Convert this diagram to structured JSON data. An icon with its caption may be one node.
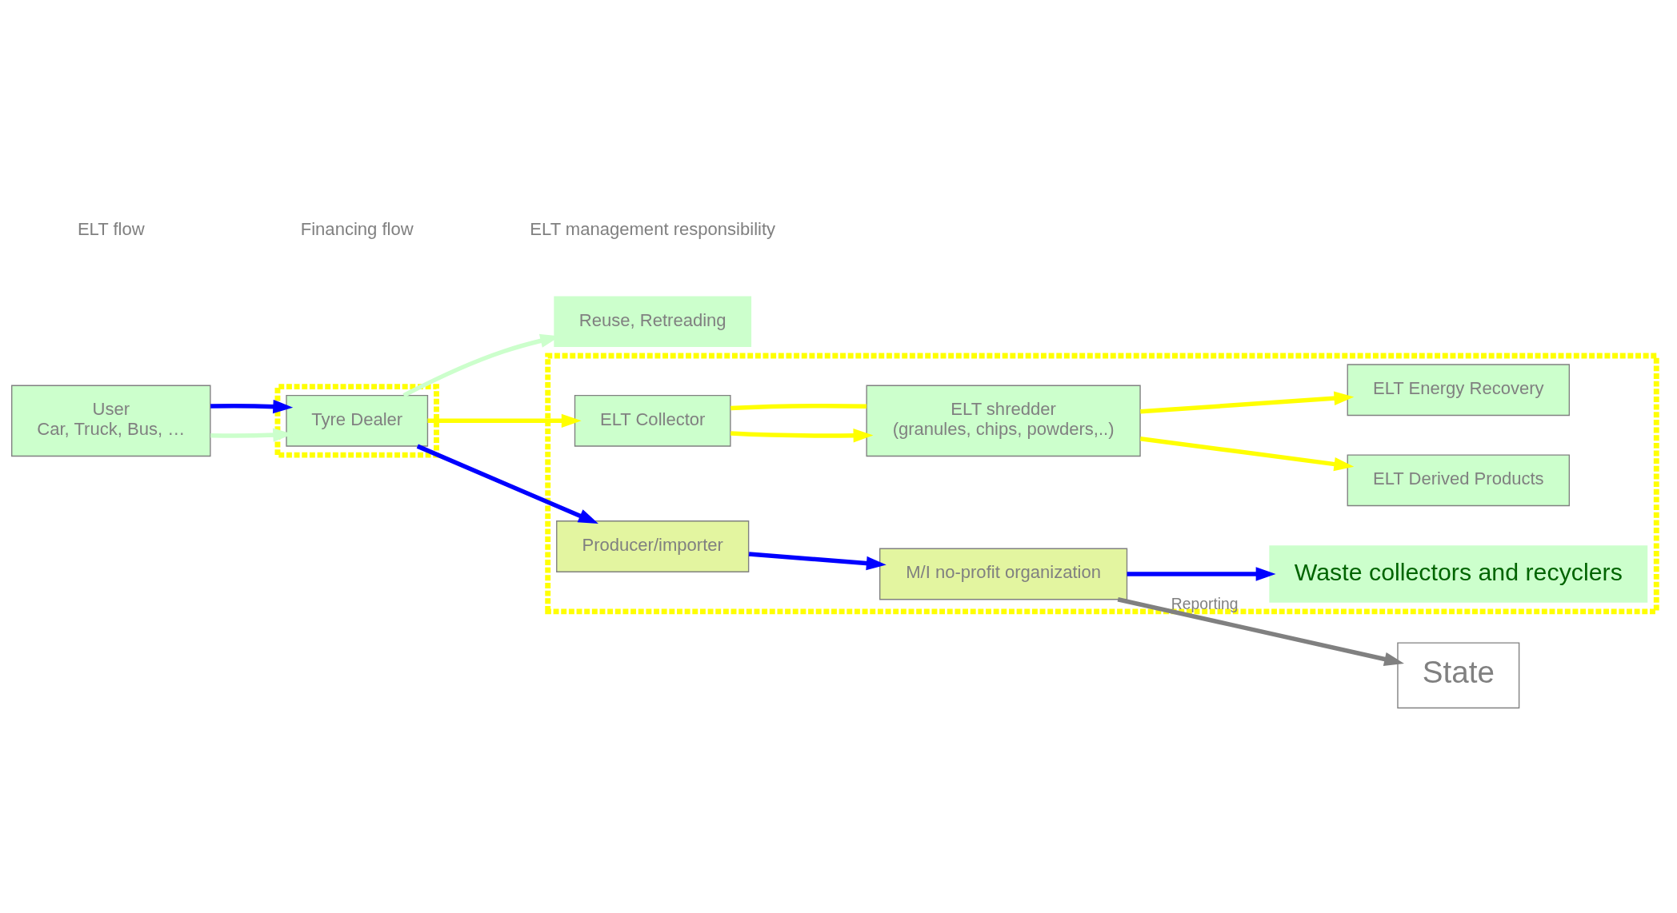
{
  "diagram": {
    "nodes": [
      {
        "text": [
          "State"
        ]
      },
      {
        "text": [
          "User",
          "Car, Truck, Bus, …"
        ]
      },
      {
        "text": [],
        "shape": "box"
      },
      {
        "text": [
          "Tyre Dealer"
        ],
        "in": 2
      },
      {
        "text": [
          "Reuse, Retreading"
        ]
      },
      {
        "text": [],
        "shape": "box"
      },
      {
        "text": [
          "ELT Collector"
        ],
        "in": 5
      },
      {
        "text": [
          "ELT shredder",
          "(granules, chips, powders,..)"
        ],
        "in": 5
      },
      {
        "text": [
          "ELT Derived Products"
        ],
        "in": 5
      },
      {
        "text": [
          "ELT Energy Recovery"
        ],
        "in": 5
      },
      {
        "text": [
          "Waste collectors and recyclers"
        ],
        "in": 5
      },
      {
        "text": [
          "M/I no-profit organization"
        ],
        "in": 5
      },
      {
        "text": [
          "Producer/importer"
        ],
        "in": 5
      }
    ],
    "edges": [
      {
        "from": 1,
        "to": 3,
        "arrow": "to",
        "color": "#ccffcc"
      },
      {
        "from": 1,
        "to": 3,
        "arrow": "to",
        "color": "#0000ff"
      },
      {
        "from": 3,
        "to": 6,
        "arrow": "to"
      },
      {
        "from": 3,
        "to": 4,
        "arrow": "to",
        "color": "#ccffcc"
      },
      {
        "from": 6,
        "to": 7,
        "arrow": "to"
      },
      {
        "from": 6,
        "to": 7,
        "arrow": "none"
      },
      {
        "from": 7,
        "to": 9,
        "arrow": "to"
      },
      {
        "from": 7,
        "to": 8,
        "arrow": "to"
      },
      {
        "from": 3,
        "to": 12,
        "arrow": "to",
        "color": "#0000ff"
      },
      {
        "from": 11,
        "to": 10,
        "arrow": "to",
        "color": "#0000ff"
      },
      {
        "from": 12,
        "to": 11,
        "arrow": "to",
        "color": "#0000ff"
      },
      {
        "from": 11,
        "to": 0,
        "arrow": "to",
        "label": "Reporting",
        "color": "#808080"
      }
    ],
    "legend": [
      {
        "text": "ELT flow"
      },
      {
        "text": "Financing flow"
      },
      {
        "text": "ELT management responsibility"
      }
    ]
  }
}
